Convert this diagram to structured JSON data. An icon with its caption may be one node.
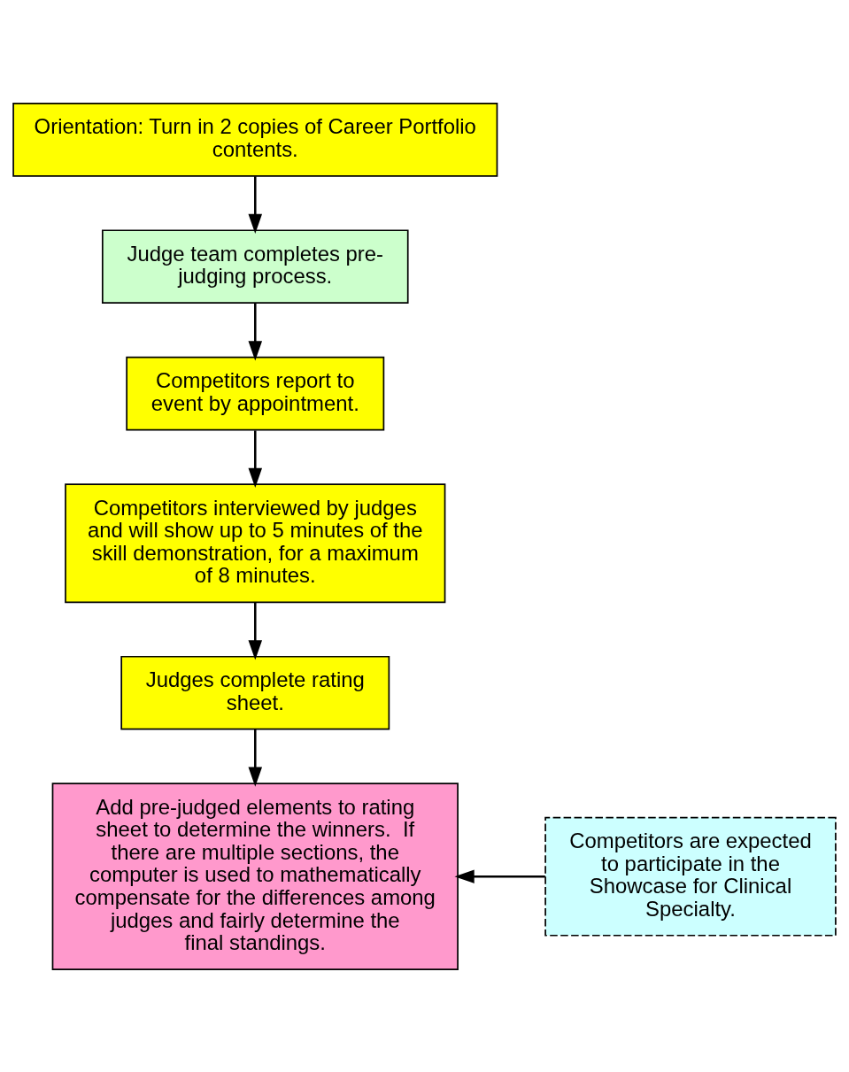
{
  "diagram": {
    "nodes": [
      {
        "text": [
          "Orientation: Turn in 2 copies of Career Portfolio contents."
        ]
      },
      {
        "text": [
          "Judge team completes pre-judging process."
        ]
      },
      {
        "text": [
          "Competitors report to event by appointment."
        ]
      },
      {
        "text": [
          "Competitors interviewed by judges and will show up to 5 minutes of the skill demonstration, for a maximum of 8 minutes."
        ]
      },
      {
        "text": [
          "Judges complete rating sheet."
        ]
      },
      {
        "text": [
          "Add pre-judged elements to rating sheet to determine the winners.  If there are multiple sections, the computer is used to mathematically compensate for the differences among judges and fairly determine the final standings."
        ]
      },
      {
        "text": [
          "Competitors are expected to participate in the Showcase for Clinical Specialty."
        ]
      }
    ],
    "edges": [
      {
        "from": 0,
        "to": 1,
        "arrow": "to"
      },
      {
        "from": 1,
        "to": 2,
        "arrow": "to"
      },
      {
        "from": 2,
        "to": 3,
        "arrow": "to"
      },
      {
        "from": 3,
        "to": 4,
        "arrow": "to"
      },
      {
        "from": 4,
        "to": 5,
        "arrow": "to"
      },
      {
        "from": 6,
        "to": 5,
        "arrow": "to"
      }
    ]
  }
}
